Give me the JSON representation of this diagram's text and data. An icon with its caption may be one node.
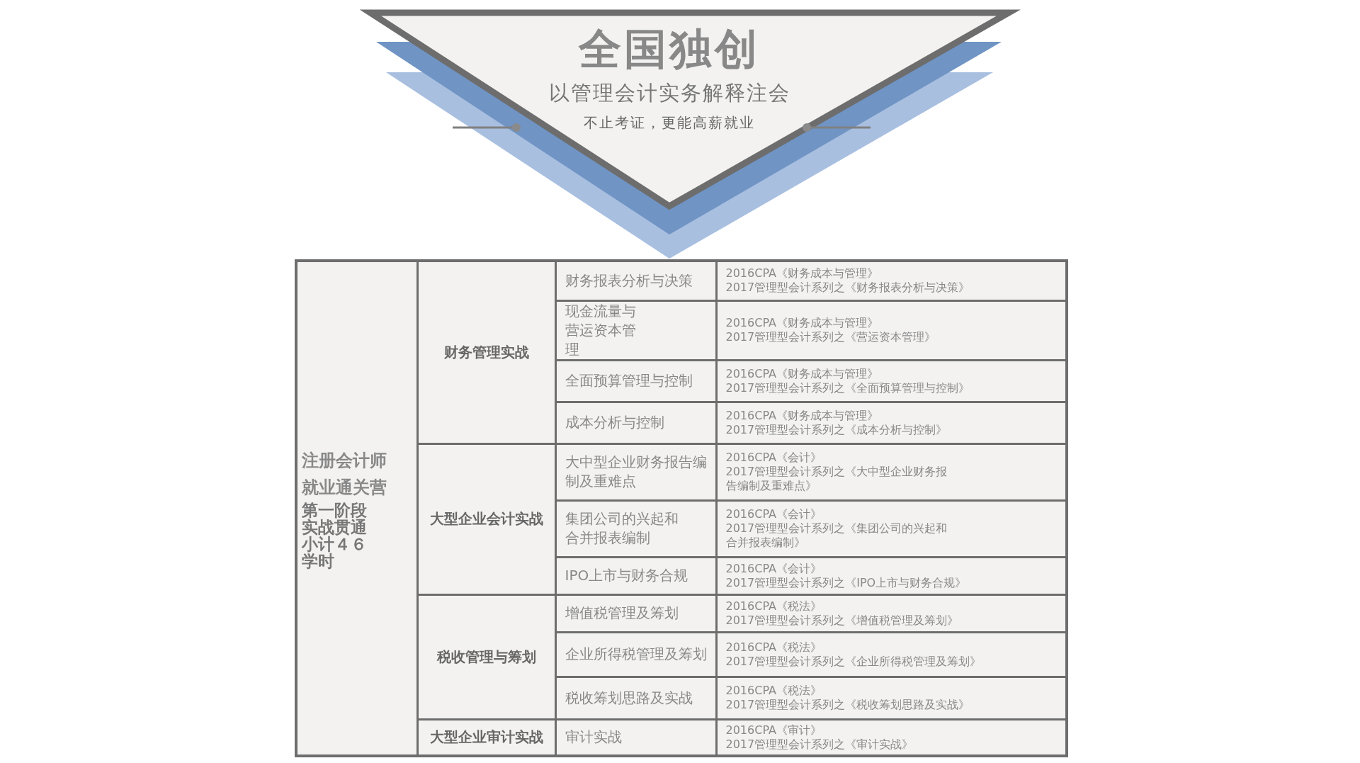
{
  "diagram": {
    "labels": [
      "全国独创",
      "以管理会计实务解释注会",
      "不止考证，更能高薪就业",
      "注册会计师就业通关营",
      "第一阶段实战贯通小计４６学时",
      "财务管理实战",
      "财务报表分析与决策",
      "2016CPA《财务成本与管理》",
      "2017管理型会计系列之《财务报表分析与决策》",
      "现金流量与营运资本管理",
      "2016CPA《财务成本与管理》",
      "2017管理型会计系列之《营运资本管理》",
      "全面预算管理与控制",
      "2016CPA《财务成本与管理》",
      "2017管理型会计系列之《全面预算管理与控制》",
      "成本分析与控制",
      "2016CPA《财务成本与管理》",
      "2017管理型会计系列之《成本分析与控制》",
      "大型企业会计实战",
      "大中型企业财务报告编制及重难点",
      "2016CPA《会计》",
      "2017管理型会计系列之《大中型企业财务报告编制及重难点》",
      "集团公司的兴起和合并报表编制",
      "2016CPA《会计》",
      "2017管理型会计系列之《集团公司的兴起和合并报表编制》",
      "IPO上市与财务合规",
      "2016CPA《会计》",
      "2017管理型会计系列之《IPO上市与财务合规》",
      "税收管理与筹划",
      "增值税管理及筹划",
      "2016CPA《税法》",
      "2017管理型会计系列之《增值税管理及筹划》",
      "企业所得税管理及筹划",
      "2016CPA《税法》",
      "2017管理型会计系列之《企业所得税管理及筹划》",
      "税收筹划思路及实战",
      "2016CPA《税法》",
      "2017管理型会计系列之《税收筹划思路及实战》",
      "大型企业审计实战",
      "审计实战",
      "2016CPA《审计》",
      "2017管理型会计系列之《审计实战》"
    ]
  }
}
